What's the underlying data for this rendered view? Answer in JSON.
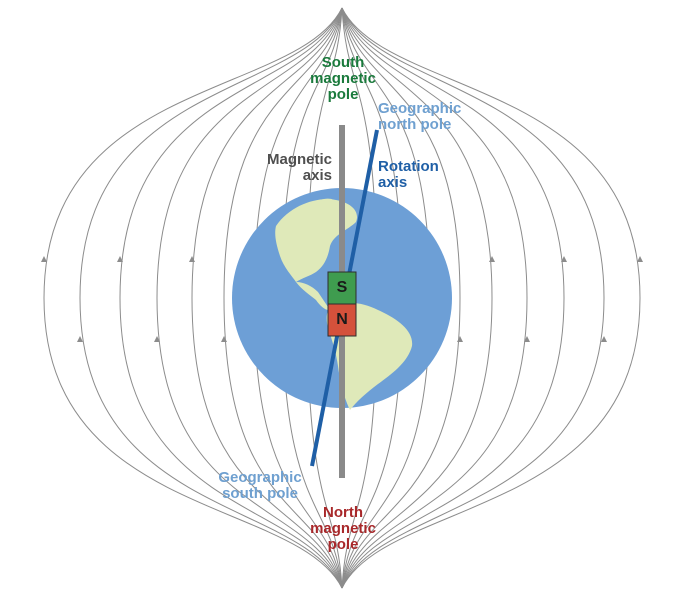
{
  "labels": {
    "south_magnetic_pole": [
      "South",
      "magnetic",
      "pole"
    ],
    "north_magnetic_pole": [
      "North",
      "magnetic",
      "pole"
    ],
    "geographic_north_pole": [
      "Geographic",
      "north pole"
    ],
    "geographic_south_pole": [
      "Geographic",
      "south pole"
    ],
    "magnetic_axis": [
      "Magnetic",
      "axis"
    ],
    "rotation_axis": [
      "Rotation",
      "axis"
    ]
  },
  "magnet": {
    "top_letter": "S",
    "bottom_letter": "N"
  },
  "colors": {
    "ocean": "#6d9fd6",
    "land": "#dfe9b9",
    "field_lines": "#8c8c8c",
    "magnetic_axis": "#8a8a8a",
    "rotation_axis": "#1f5fa6",
    "magnet_top": "#3f9c4f",
    "magnet_bottom": "#d4513b",
    "south_magnetic_label": "#1a7a3c",
    "north_magnetic_label": "#a8282a",
    "geographic_label": "#6fa0d0",
    "rotation_label": "#1f5fa6",
    "magnetic_label": "#4f4f4f"
  }
}
